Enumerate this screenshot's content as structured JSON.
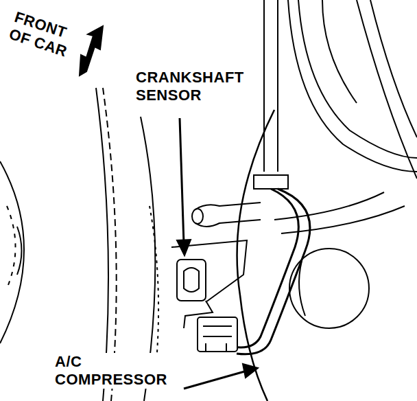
{
  "diagram": {
    "labels": [
      "FRONT OF CAR",
      "CRANKSHAFT SENSOR",
      "A/C COMPRESSOR"
    ]
  }
}
